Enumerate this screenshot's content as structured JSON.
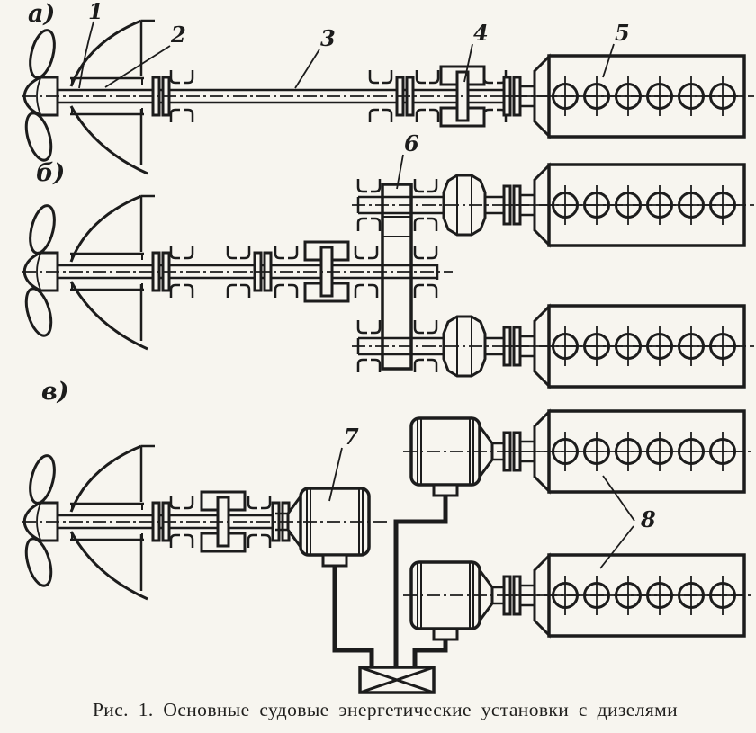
{
  "caption": "Рис. 1. Основные судовые энергетические установки с дизелями",
  "labels": {
    "panel_a": "а)",
    "panel_b": "б)",
    "panel_v": "в)",
    "n1": "1",
    "n2": "2",
    "n3": "3",
    "n4": "4",
    "n5": "5",
    "n6": "6",
    "n7": "7",
    "n8": "8"
  },
  "colors": {
    "paper": "#f7f5ef",
    "ink": "#1c1c1c"
  }
}
